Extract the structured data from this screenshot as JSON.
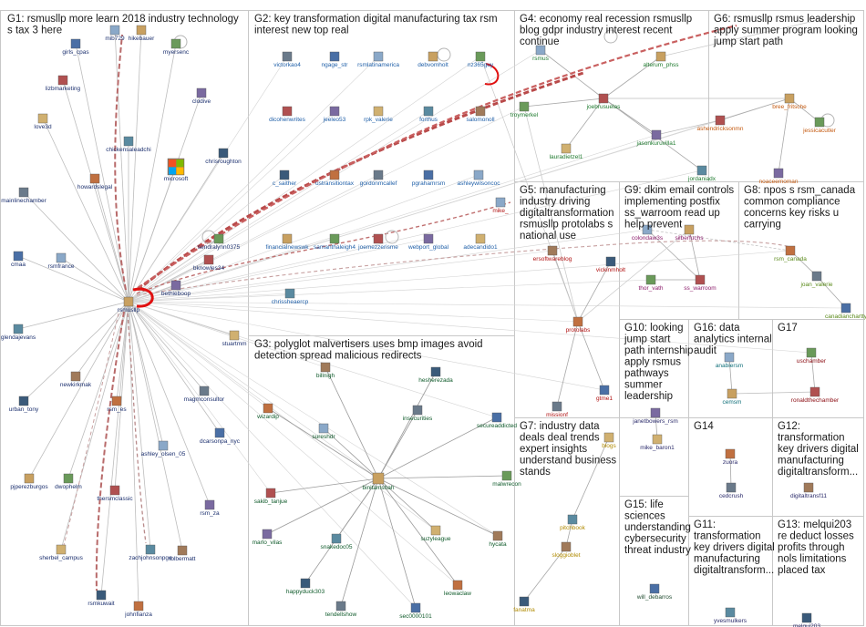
{
  "groups": [
    {
      "id": "G1",
      "lines": [
        "G1: rsmusllp more learn 2018 industry technology",
        "s tax 3 here"
      ]
    },
    {
      "id": "G2",
      "lines": [
        "G2: key transformation digital manufacturing tax rsm",
        "interest new top real"
      ]
    },
    {
      "id": "G3",
      "lines": [
        "G3: polyglot malvertisers uses bmp images avoid",
        "detection spread malicious redirects"
      ]
    },
    {
      "id": "G4",
      "lines": [
        "G4: economy real recession rsmusllp",
        "blog gdpr industry interest recent",
        "continue"
      ]
    },
    {
      "id": "G5",
      "lines": [
        "G5: manufacturing",
        "industry driving",
        "digitaltransformation",
        "rsmusllp protolabs s",
        "national use"
      ]
    },
    {
      "id": "G6",
      "lines": [
        "G6: rsmusllp rsmus leadership",
        "apply summer program looking",
        "jump start path"
      ]
    },
    {
      "id": "G7",
      "lines": [
        "G7: industry data",
        "deals deal trends",
        "expert insights",
        "understand business",
        "stands"
      ]
    },
    {
      "id": "G8",
      "lines": [
        "G8: npos s rsm_canada",
        "common compliance",
        "concerns key risks u",
        "carrying"
      ]
    },
    {
      "id": "G9",
      "lines": [
        "G9: dkim email controls",
        "implementing postfix",
        "ss_warroom read up",
        "help prevent"
      ]
    },
    {
      "id": "G10",
      "lines": [
        "G10: looking",
        "jump start",
        "path internship",
        "apply rsmus",
        "pathways",
        "summer",
        "leadership"
      ]
    },
    {
      "id": "G11",
      "lines": [
        "G11:",
        "transformation",
        "key drivers digital",
        "manufacturing",
        "digitaltransform..."
      ]
    },
    {
      "id": "G12",
      "lines": [
        "G12:",
        "transformation",
        "key drivers digital",
        "manufacturing",
        "digitaltransform..."
      ]
    },
    {
      "id": "G13",
      "lines": [
        "G13: melqui203",
        "re deduct losses",
        "profits through",
        "nols limitations",
        "placed tax"
      ]
    },
    {
      "id": "G14",
      "lines": [
        "G14"
      ]
    },
    {
      "id": "G15",
      "lines": [
        "G15: life",
        "sciences",
        "understanding",
        "cybersecurity",
        "threat industry"
      ]
    },
    {
      "id": "G16",
      "lines": [
        "G16: data",
        "analytics internal",
        "audit"
      ]
    },
    {
      "id": "G17",
      "lines": [
        "G17"
      ]
    }
  ],
  "nodes": {
    "G1": [
      "girls_cpas",
      "mib729",
      "hikebauer",
      "myersenc",
      "lizbmarketing",
      "clodive",
      "love3d",
      "chickensaleadchi",
      "microsoft",
      "chrisroughton",
      "howardslegal",
      "mainlinechamber",
      "cmaa",
      "rsmfrance",
      "rsmusllp",
      "sendralynn0375",
      "bknowles34",
      "bethieboop",
      "stuartmm",
      "glendajevans",
      "newkirkmak",
      "urban_tony",
      "rsm_es",
      "magmconsultor",
      "dcarsonpa_nyc",
      "ashley_olsen_05",
      "pjperezburgos",
      "dwophelm",
      "thersmclassic",
      "rsm_za",
      "sherbel_campus",
      "zachjohnsonpge",
      "tblbermatt",
      "rsmkuwait",
      "johnfianza"
    ],
    "G2": [
      "victorkao4",
      "ngage_str",
      "rsmlatinamerica",
      "debvomholt",
      "nz365guy",
      "dicohenwrites",
      "jeeleo53",
      "rpk_valerie",
      "forthus",
      "salomonoll",
      "c_saither",
      "ustransitiontax",
      "gordonmcallef",
      "pgrahamrsm",
      "ashleywilsoncoc",
      "financialnewswk",
      "samanthaleigh4",
      "joemezzerisme",
      "webport_global",
      "adecandido1",
      "chrissheaercp"
    ],
    "G3": [
      "billnigh",
      "hesherezada",
      "wizardip",
      "insecurities",
      "secureaddicted",
      "sureshdr",
      "binitamshah",
      "malwrecon",
      "sakib_tanjue",
      "marlo_vilas",
      "suzyleague",
      "snakedoc05",
      "hycata",
      "happyduck303",
      "leowaclaw",
      "tendellshow",
      "sec0000101"
    ],
    "G4": [
      "rsmus",
      "alterum_phss",
      "troymerkel",
      "joebrusuelas",
      "jasonkuruvilla1",
      "lauradietzel1",
      "jordaniadx"
    ],
    "G5": [
      "ersoftwareblog",
      "vickinmholt",
      "protolabs",
      "missionf",
      "gtme1",
      "mike_"
    ],
    "G6": [
      "bree_fritsche",
      "jessicacutler",
      "ashendricksonmn",
      "noaceemoman"
    ],
    "G7": [
      "blogs",
      "pitchbook",
      "sloggioblet",
      "fanatma"
    ],
    "G8": [
      "rsm_canada",
      "joan_valerie",
      "canadianchartty"
    ],
    "G9": [
      "colondaw3s",
      "silberfuchs",
      "thor_vath",
      "ss_warroom"
    ],
    "G10": [
      "janetbowers_rsm",
      "mike_baron1"
    ],
    "G11": [
      "yvesmulkers"
    ],
    "G12": [
      "digitaltransf11"
    ],
    "G13": [
      "melqui203"
    ],
    "G14": [
      "zuora",
      "cedcrush"
    ],
    "G15": [
      "will_debarros"
    ],
    "G16": [
      "anabiersm",
      "cemsm"
    ],
    "G17": [
      "uschamber",
      "ronaldthechamber"
    ]
  }
}
